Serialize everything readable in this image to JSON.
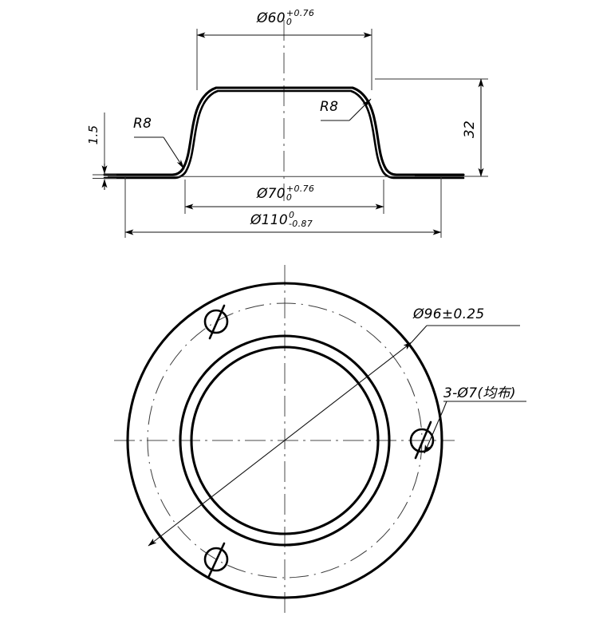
{
  "drawing": {
    "type": "engineering-part-drawing",
    "description": "Sheet-metal flange / dome cover: sectional front view above, circular plan view below",
    "units": "mm",
    "background_color": "#ffffff",
    "line_color": "#000000",
    "views": [
      {
        "name": "section-view",
        "position": "top"
      },
      {
        "name": "plan-view",
        "position": "bottom"
      }
    ]
  },
  "dimensions": {
    "dia60": {
      "name": "top-dome-diameter",
      "symbol": "Ø",
      "value": "60",
      "tol_upper": "+0.76",
      "tol_lower": "0",
      "label": "Ø60"
    },
    "dia70": {
      "name": "inner-bore-diameter",
      "symbol": "Ø",
      "value": "70",
      "tol_upper": "+0.76",
      "tol_lower": "0",
      "label": "Ø70"
    },
    "dia110": {
      "name": "outer-flange-diameter",
      "symbol": "Ø",
      "value": "110",
      "tol_upper": "0",
      "tol_lower": "-0.87",
      "label": "Ø110"
    },
    "dia96": {
      "name": "bolt-pitch-circle-diameter",
      "label": "Ø96±0.25",
      "value": "96",
      "tol": "±0.25"
    },
    "holes": {
      "name": "bolt-hole-callout",
      "label": "3-Ø7(均布)",
      "count": "3",
      "hole_dia": "7",
      "note_cjk": "均布"
    },
    "height32": {
      "name": "overall-height",
      "label": "32",
      "value": "32"
    },
    "thickness15": {
      "name": "sheet-thickness",
      "label": "1.5",
      "value": "1.5"
    },
    "radius_left": {
      "name": "fillet-radius-left",
      "label": "R8",
      "value": "8"
    },
    "radius_right": {
      "name": "fillet-radius-right",
      "label": "R8",
      "value": "8"
    }
  }
}
